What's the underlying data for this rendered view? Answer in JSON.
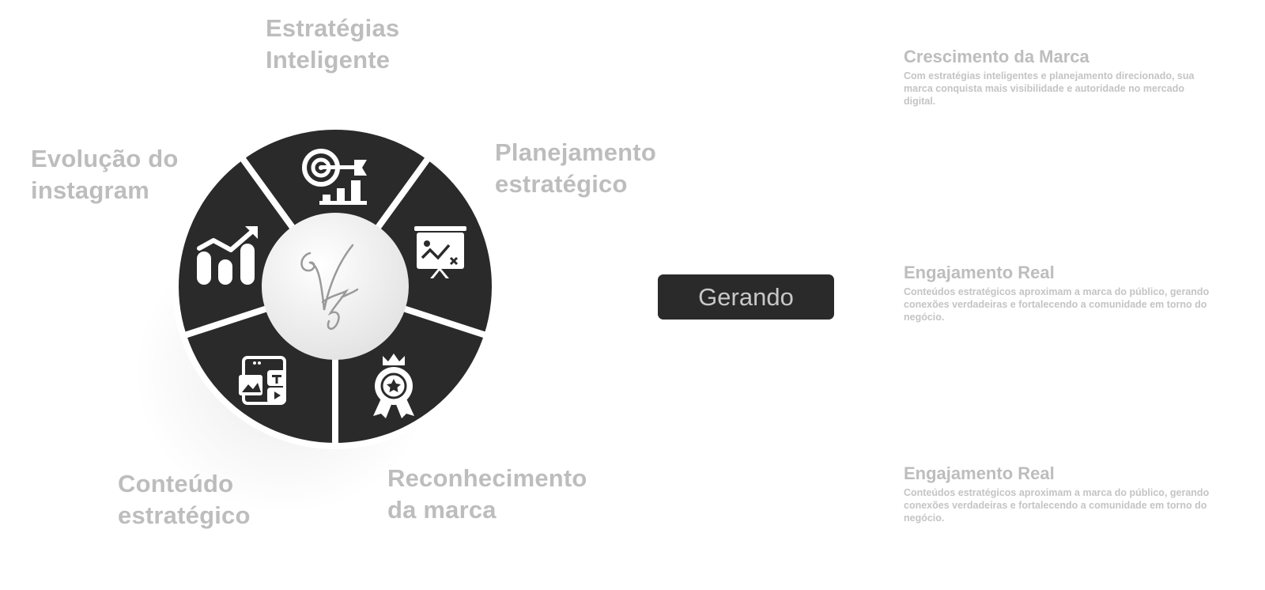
{
  "segments": [
    {
      "label_lines": [
        "Estratégias",
        "Inteligente"
      ],
      "icon": "target-chart-icon"
    },
    {
      "label_lines": [
        "Planejamento",
        "estratégico"
      ],
      "icon": "presentation-board-icon"
    },
    {
      "label_lines": [
        "Reconhecimento",
        "da marca"
      ],
      "icon": "award-badge-icon"
    },
    {
      "label_lines": [
        "Conteúdo",
        "estratégico"
      ],
      "icon": "content-media-icon"
    },
    {
      "label_lines": [
        "Evolução do",
        "instagram"
      ],
      "icon": "growth-chart-icon"
    }
  ],
  "center_logo": "Vz",
  "button_label": "Gerando",
  "cards": [
    {
      "title": "Crescimento da Marca",
      "body": "Com estratégias inteligentes e planejamento direcionado, sua marca conquista mais visibilidade e autoridade no mercado digital."
    },
    {
      "title": "Engajamento Real",
      "body": "Conteúdos estratégicos aproximam a marca do público, gerando conexões verdadeiras e fortalecendo a comunidade em torno do negócio."
    },
    {
      "title": "Engajamento Real",
      "body": "Conteúdos estratégicos aproximam a marca do público, gerando conexões verdadeiras e fortalecendo a comunidade em torno do negócio."
    }
  ],
  "colors": {
    "segment": "#2a2a2a",
    "label": "#bdbdbd",
    "center": "#f2f2f2"
  }
}
